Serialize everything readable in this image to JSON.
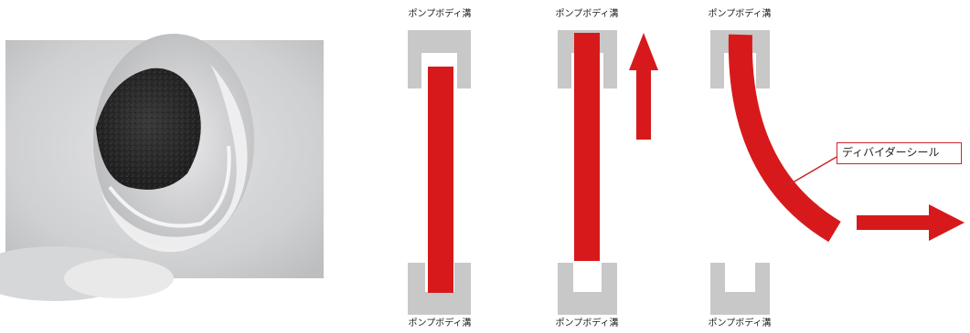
{
  "labels": {
    "pump_body_groove": "ポンプボディ溝",
    "divider_seal": "ディバイダーシール"
  },
  "colors": {
    "seal_red": "#d7191b",
    "groove_gray": "#c8c8c8",
    "callout_border": "#c9262c"
  },
  "photo": {
    "description_icon": "seal-photo"
  }
}
